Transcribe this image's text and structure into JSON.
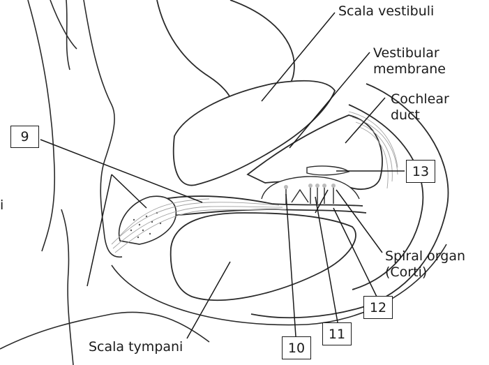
{
  "labels": {
    "scala_vestibuli": "Scala vestibuli",
    "vestibular_membrane_line1": "Vestibular",
    "vestibular_membrane_line2": "membrane",
    "cochlear_duct_line1": "Cochlear",
    "cochlear_duct_line2": "duct",
    "spiral_organ_line1": "Spiral organ",
    "spiral_organ_line2": "(Corti)",
    "scala_tympani": "Scala tympani",
    "edge_fragment": "i"
  },
  "number_boxes": {
    "box_9": "9",
    "box_10": "10",
    "box_11": "11",
    "box_12": "12",
    "box_13": "13"
  },
  "colors": {
    "line": "#1a1a1a",
    "fiber": "#9a9a9a",
    "fill": "#ffffff"
  }
}
